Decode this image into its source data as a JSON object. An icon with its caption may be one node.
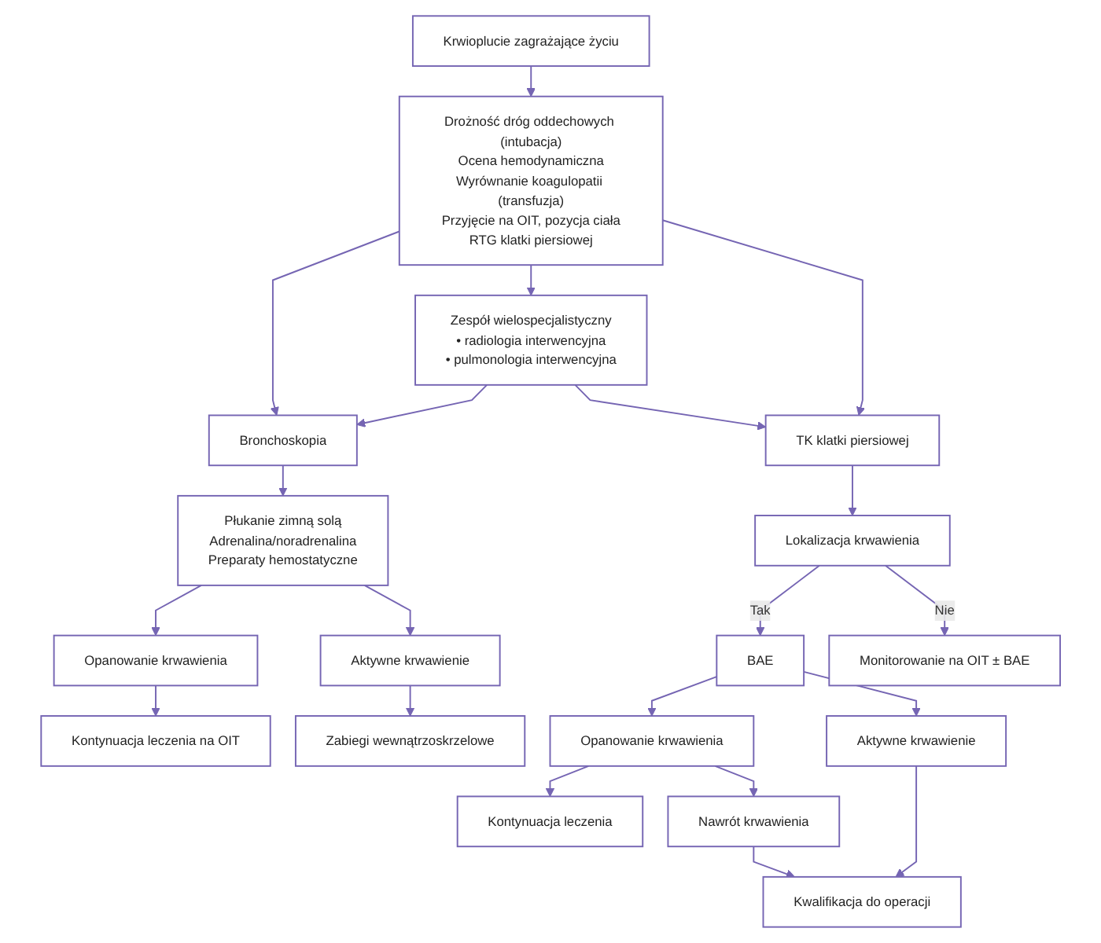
{
  "diagram": {
    "nodes": [
      {
        "text": [
          "Krwioplucie zagrażające życiu"
        ]
      },
      {
        "text": [
          "Drożność dróg oddechowych (intubacja)",
          "Ocena hemodynamiczna",
          "Wyrównanie koagulopatii (transfuzja)",
          "Przyjęcie na OIT, pozycja ciała",
          "RTG klatki piersiowej"
        ]
      },
      {
        "text": [
          "Bronchoskopia"
        ]
      },
      {
        "text": [
          "Zespół wielospecjalistyczny",
          "• radiologia interwencyjna",
          "• pulmonologia interwencyjna"
        ]
      },
      {
        "text": [
          "TK klatki piersiowej"
        ]
      },
      {
        "text": [
          "Płukanie zimną solą",
          "Adrenalina/noradrenalina",
          "Preparaty hemostatyczne"
        ]
      },
      {
        "text": [
          "Lokalizacja krwawienia"
        ]
      },
      {
        "text": [
          "Opanowanie krwawienia"
        ]
      },
      {
        "text": [
          "Aktywne krwawienie"
        ]
      },
      {
        "text": [
          "BAE"
        ]
      },
      {
        "text": [
          "Monitorowanie na OIT ± BAE"
        ]
      },
      {
        "text": [
          "Kontynuacja leczenia na OIT"
        ]
      },
      {
        "text": [
          "Zabiegi wewnątrzoskrzelowe"
        ]
      },
      {
        "text": [
          "Opanowanie krwawienia"
        ]
      },
      {
        "text": [
          "Aktywne krwawienie"
        ]
      },
      {
        "text": [
          "Kontynuacja leczenia"
        ]
      },
      {
        "text": [
          "Nawrót krwawienia"
        ]
      },
      {
        "text": [
          "Kwalifikacja do operacji"
        ]
      }
    ],
    "edges": [
      {
        "from": 0,
        "to": 1,
        "arrow": "to"
      },
      {
        "from": 1,
        "to": 2,
        "arrow": "to"
      },
      {
        "from": 1,
        "to": 3,
        "arrow": "to"
      },
      {
        "from": 1,
        "to": 4,
        "arrow": "to"
      },
      {
        "from": 3,
        "to": 2,
        "arrow": "to"
      },
      {
        "from": 3,
        "to": 4,
        "arrow": "to"
      },
      {
        "from": 2,
        "to": 5,
        "arrow": "to"
      },
      {
        "from": 4,
        "to": 6,
        "arrow": "to"
      },
      {
        "from": 5,
        "to": 7,
        "arrow": "to"
      },
      {
        "from": 5,
        "to": 8,
        "arrow": "to"
      },
      {
        "from": 6,
        "to": 9,
        "arrow": "to",
        "label": "Tak"
      },
      {
        "from": 6,
        "to": 10,
        "arrow": "to",
        "label": "Nie"
      },
      {
        "from": 7,
        "to": 11,
        "arrow": "to"
      },
      {
        "from": 8,
        "to": 12,
        "arrow": "to"
      },
      {
        "from": 9,
        "to": 13,
        "arrow": "to"
      },
      {
        "from": 9,
        "to": 14,
        "arrow": "to"
      },
      {
        "from": 13,
        "to": 15,
        "arrow": "to"
      },
      {
        "from": 13,
        "to": 16,
        "arrow": "to"
      },
      {
        "from": 16,
        "to": 17,
        "arrow": "to"
      },
      {
        "from": 14,
        "to": 17,
        "arrow": "to"
      }
    ]
  }
}
